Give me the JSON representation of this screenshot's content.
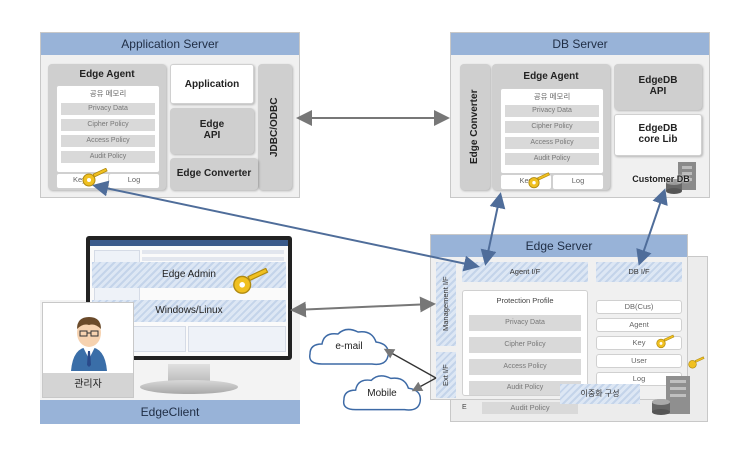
{
  "app_server": {
    "title": "Application Server",
    "edge_agent": "Edge Agent",
    "shared_memory": "공유 메모리",
    "policies": [
      "Privacy Data",
      "Cipher Policy",
      "Access Policy",
      "Audit Policy"
    ],
    "key": "Key",
    "log": "Log",
    "application": "Application",
    "edge_api_1": "Edge",
    "edge_api_2": "API",
    "jdbc": "JDBC/ODBC",
    "edge_converter": "Edge Converter"
  },
  "db_server": {
    "title": "DB Server",
    "edge_converter": "Edge Converter",
    "edge_agent": "Edge Agent",
    "shared_memory": "공유 메모리",
    "policies": [
      "Privacy Data",
      "Cipher Policy",
      "Access Policy",
      "Audit Policy"
    ],
    "key": "Key",
    "log": "Log",
    "edgedb_api_1": "EdgeDB",
    "edgedb_api_2": "API",
    "edgedb_core_1": "EdgeDB",
    "edgedb_core_2": "core Lib",
    "customer_db": "Customer DB"
  },
  "edge_server": {
    "title": "Edge Server",
    "agent_if": "Agent I/F",
    "db_if": "DB I/F",
    "management_if": "Management I/F",
    "extra_if": "Ext I/F",
    "protection_profile": "Protection Profile",
    "policies": [
      "Privacy Data",
      "Cipher Policy",
      "Access Policy",
      "Audit Policy"
    ],
    "back_audit": "Audit Policy",
    "right_items": [
      "DB(Cus)",
      "Agent",
      "Key",
      "User",
      "Log"
    ],
    "redundancy": "이중화 구성",
    "back_letter": "E"
  },
  "edge_client": {
    "title": "EdgeClient",
    "edge_admin": "Edge  Admin",
    "os": "Windows/Linux",
    "admin_label": "관리자"
  },
  "clouds": {
    "email": "e-mail",
    "mobile": "Mobile"
  },
  "colors": {
    "title_bar": "#98b3d8",
    "arrow": "#4f6d9a",
    "gray_arrow": "#777777",
    "key": "#f0c020"
  }
}
